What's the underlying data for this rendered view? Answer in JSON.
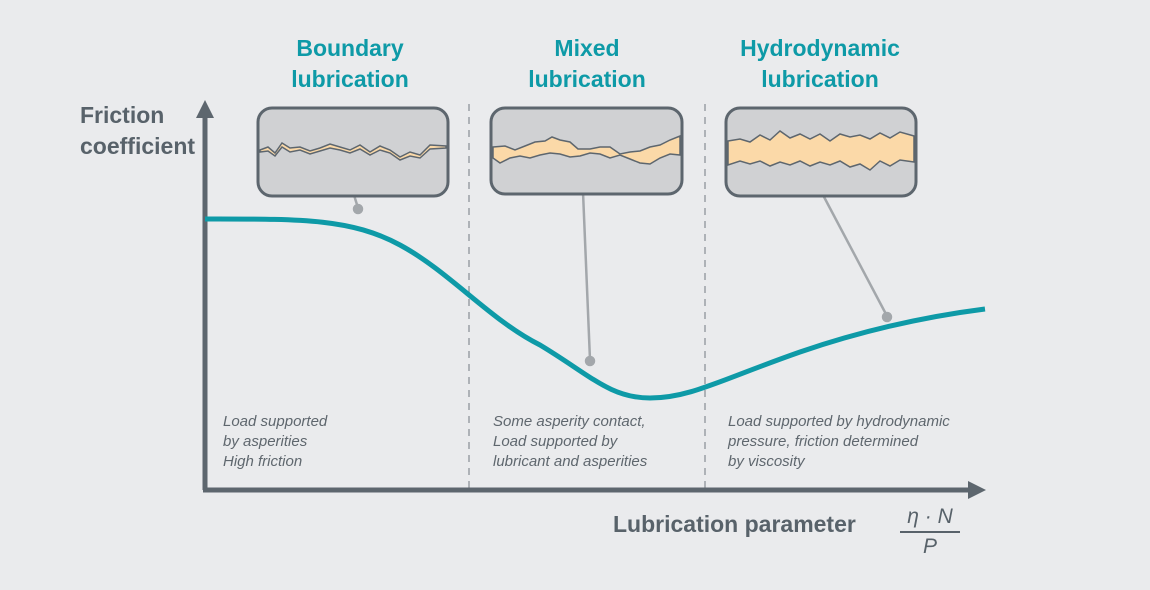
{
  "regimes": [
    {
      "title": "Boundary\nlubrication",
      "description": "Load supported\nby asperities\nHigh friction"
    },
    {
      "title": "Mixed\nlubrication",
      "description": "Some asperity contact,\nLoad supported by\nlubricant and asperities"
    },
    {
      "title": "Hydrodynamic\nlubrication",
      "description": "Load supported by hydrodynamic\npressure, friction determined\nby viscosity"
    }
  ],
  "axes": {
    "y_label": "Friction\ncoefficient",
    "x_label": "Lubrication parameter",
    "x_formula_numerator": "η · N",
    "x_formula_denominator": "P"
  },
  "colors": {
    "curve": "#0e9aa7",
    "axis": "#5d666e",
    "lubricant": "#fbd9a8",
    "surface": "#d0d1d3",
    "background": "#eaebed"
  }
}
